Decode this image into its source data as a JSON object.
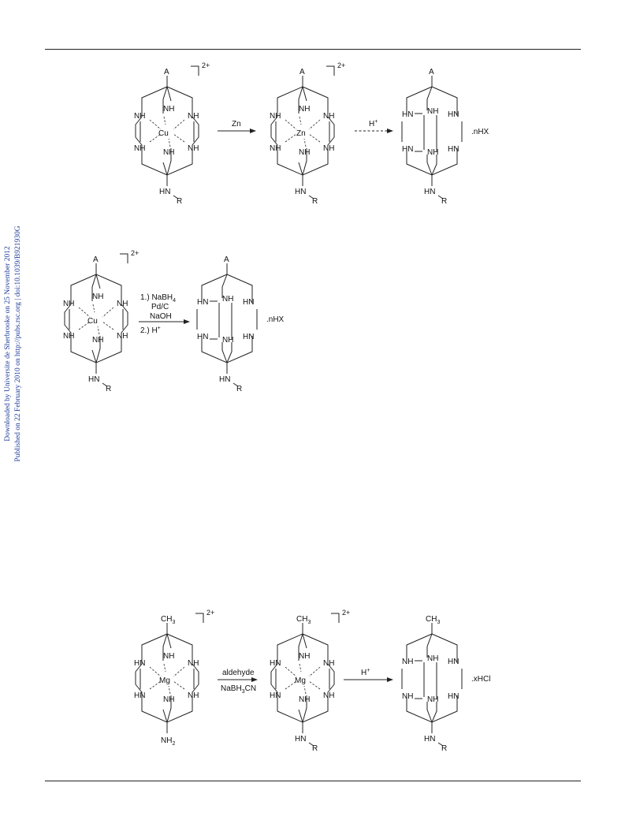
{
  "side_note": {
    "line1": "Downloaded by Universite de Sherbrooke on 25 November 2012",
    "line2": "Published on 22 February 2010 on http://pubs.rsc.org | doi:10.1039/B921930G"
  },
  "labels": {
    "A": "A",
    "CH3": "CH",
    "sub3": "3",
    "NH": "NH",
    "HN": "HN",
    "R": "R",
    "NH2": "NH",
    "sub2": "2",
    "charge": "2+",
    "Cu": "Cu",
    "Zn": "Zn",
    "Mg": "Mg",
    "nHX": ".nHX",
    "xHCl": ".xHCl"
  },
  "scheme1": {
    "arrow1_label": "Zn",
    "arrow2_label_main": "H",
    "arrow2_label_sup": "+"
  },
  "scheme2": {
    "step1": "1.) NaBH",
    "step1_sub": "4",
    "step2": "Pd/C",
    "step3": "NaOH",
    "step4": "2.) H",
    "step4_sup": "+"
  },
  "scheme3": {
    "arrow1_top": "aldehyde",
    "arrow1_bottom_a": "NaBH",
    "arrow1_bottom_sub": "3",
    "arrow1_bottom_b": "CN",
    "arrow2_label_main": "H",
    "arrow2_label_sup": "+"
  }
}
